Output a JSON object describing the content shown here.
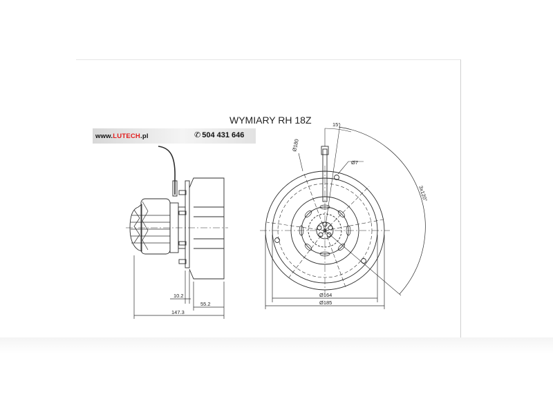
{
  "title": "WYMIARY RH 18Z",
  "brand": {
    "prefix": "www.",
    "accent": "LUTECH",
    "suffix": ".pl",
    "accent_color": "#e21b1b"
  },
  "phone": {
    "icon": "phone-icon",
    "number": "504 431 646"
  },
  "dimensions": {
    "d_10_2": "10.2",
    "d_55_2": "55.2",
    "d_147_3": "147.3",
    "d_164": "Ø164",
    "d_185": "Ø185",
    "angle_15": "15°",
    "bolt_angle": "3x120°",
    "hole_7": "Ø7",
    "pcd_180": "Ø180"
  }
}
